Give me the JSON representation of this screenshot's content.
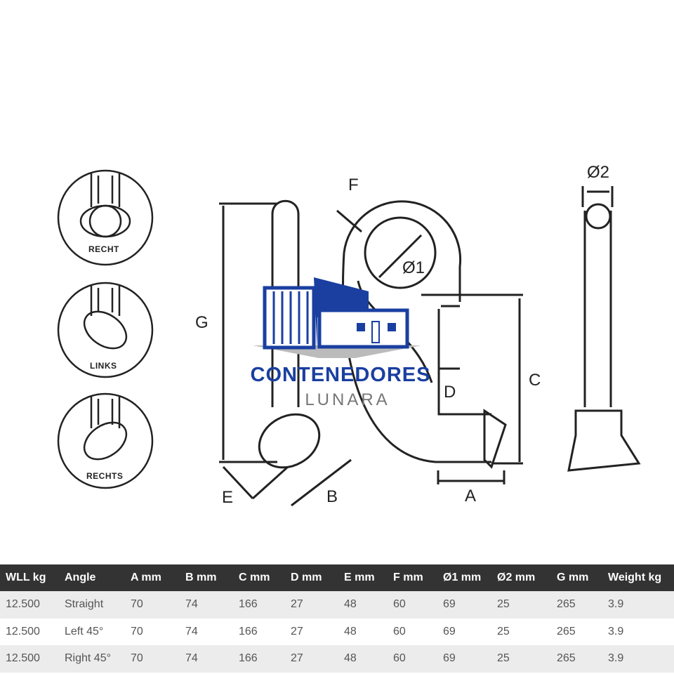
{
  "diagram": {
    "views": [
      "RECHT",
      "LINKS",
      "RECHTS"
    ],
    "dimensions": {
      "G": "G",
      "F": "F",
      "d1": "Ø1",
      "C": "C",
      "D": "D",
      "A": "A",
      "E": "E",
      "B": "B",
      "d2": "Ø2"
    }
  },
  "logo": {
    "name": "CONTENEDORES",
    "sub": "LUNARA"
  },
  "table": {
    "headers": [
      "WLL kg",
      "Angle",
      "A mm",
      "B mm",
      "C mm",
      "D mm",
      "E mm",
      "F mm",
      "Ø1 mm",
      "Ø2 mm",
      "G mm",
      "Weight kg"
    ],
    "rows": [
      [
        "12.500",
        "Straight",
        "70",
        "74",
        "166",
        "27",
        "48",
        "60",
        "69",
        "25",
        "265",
        "3.9"
      ],
      [
        "12.500",
        "Left 45°",
        "70",
        "74",
        "166",
        "27",
        "48",
        "60",
        "69",
        "25",
        "265",
        "3.9"
      ],
      [
        "12.500",
        "Right 45°",
        "70",
        "74",
        "166",
        "27",
        "48",
        "60",
        "69",
        "25",
        "265",
        "3.9"
      ]
    ]
  }
}
